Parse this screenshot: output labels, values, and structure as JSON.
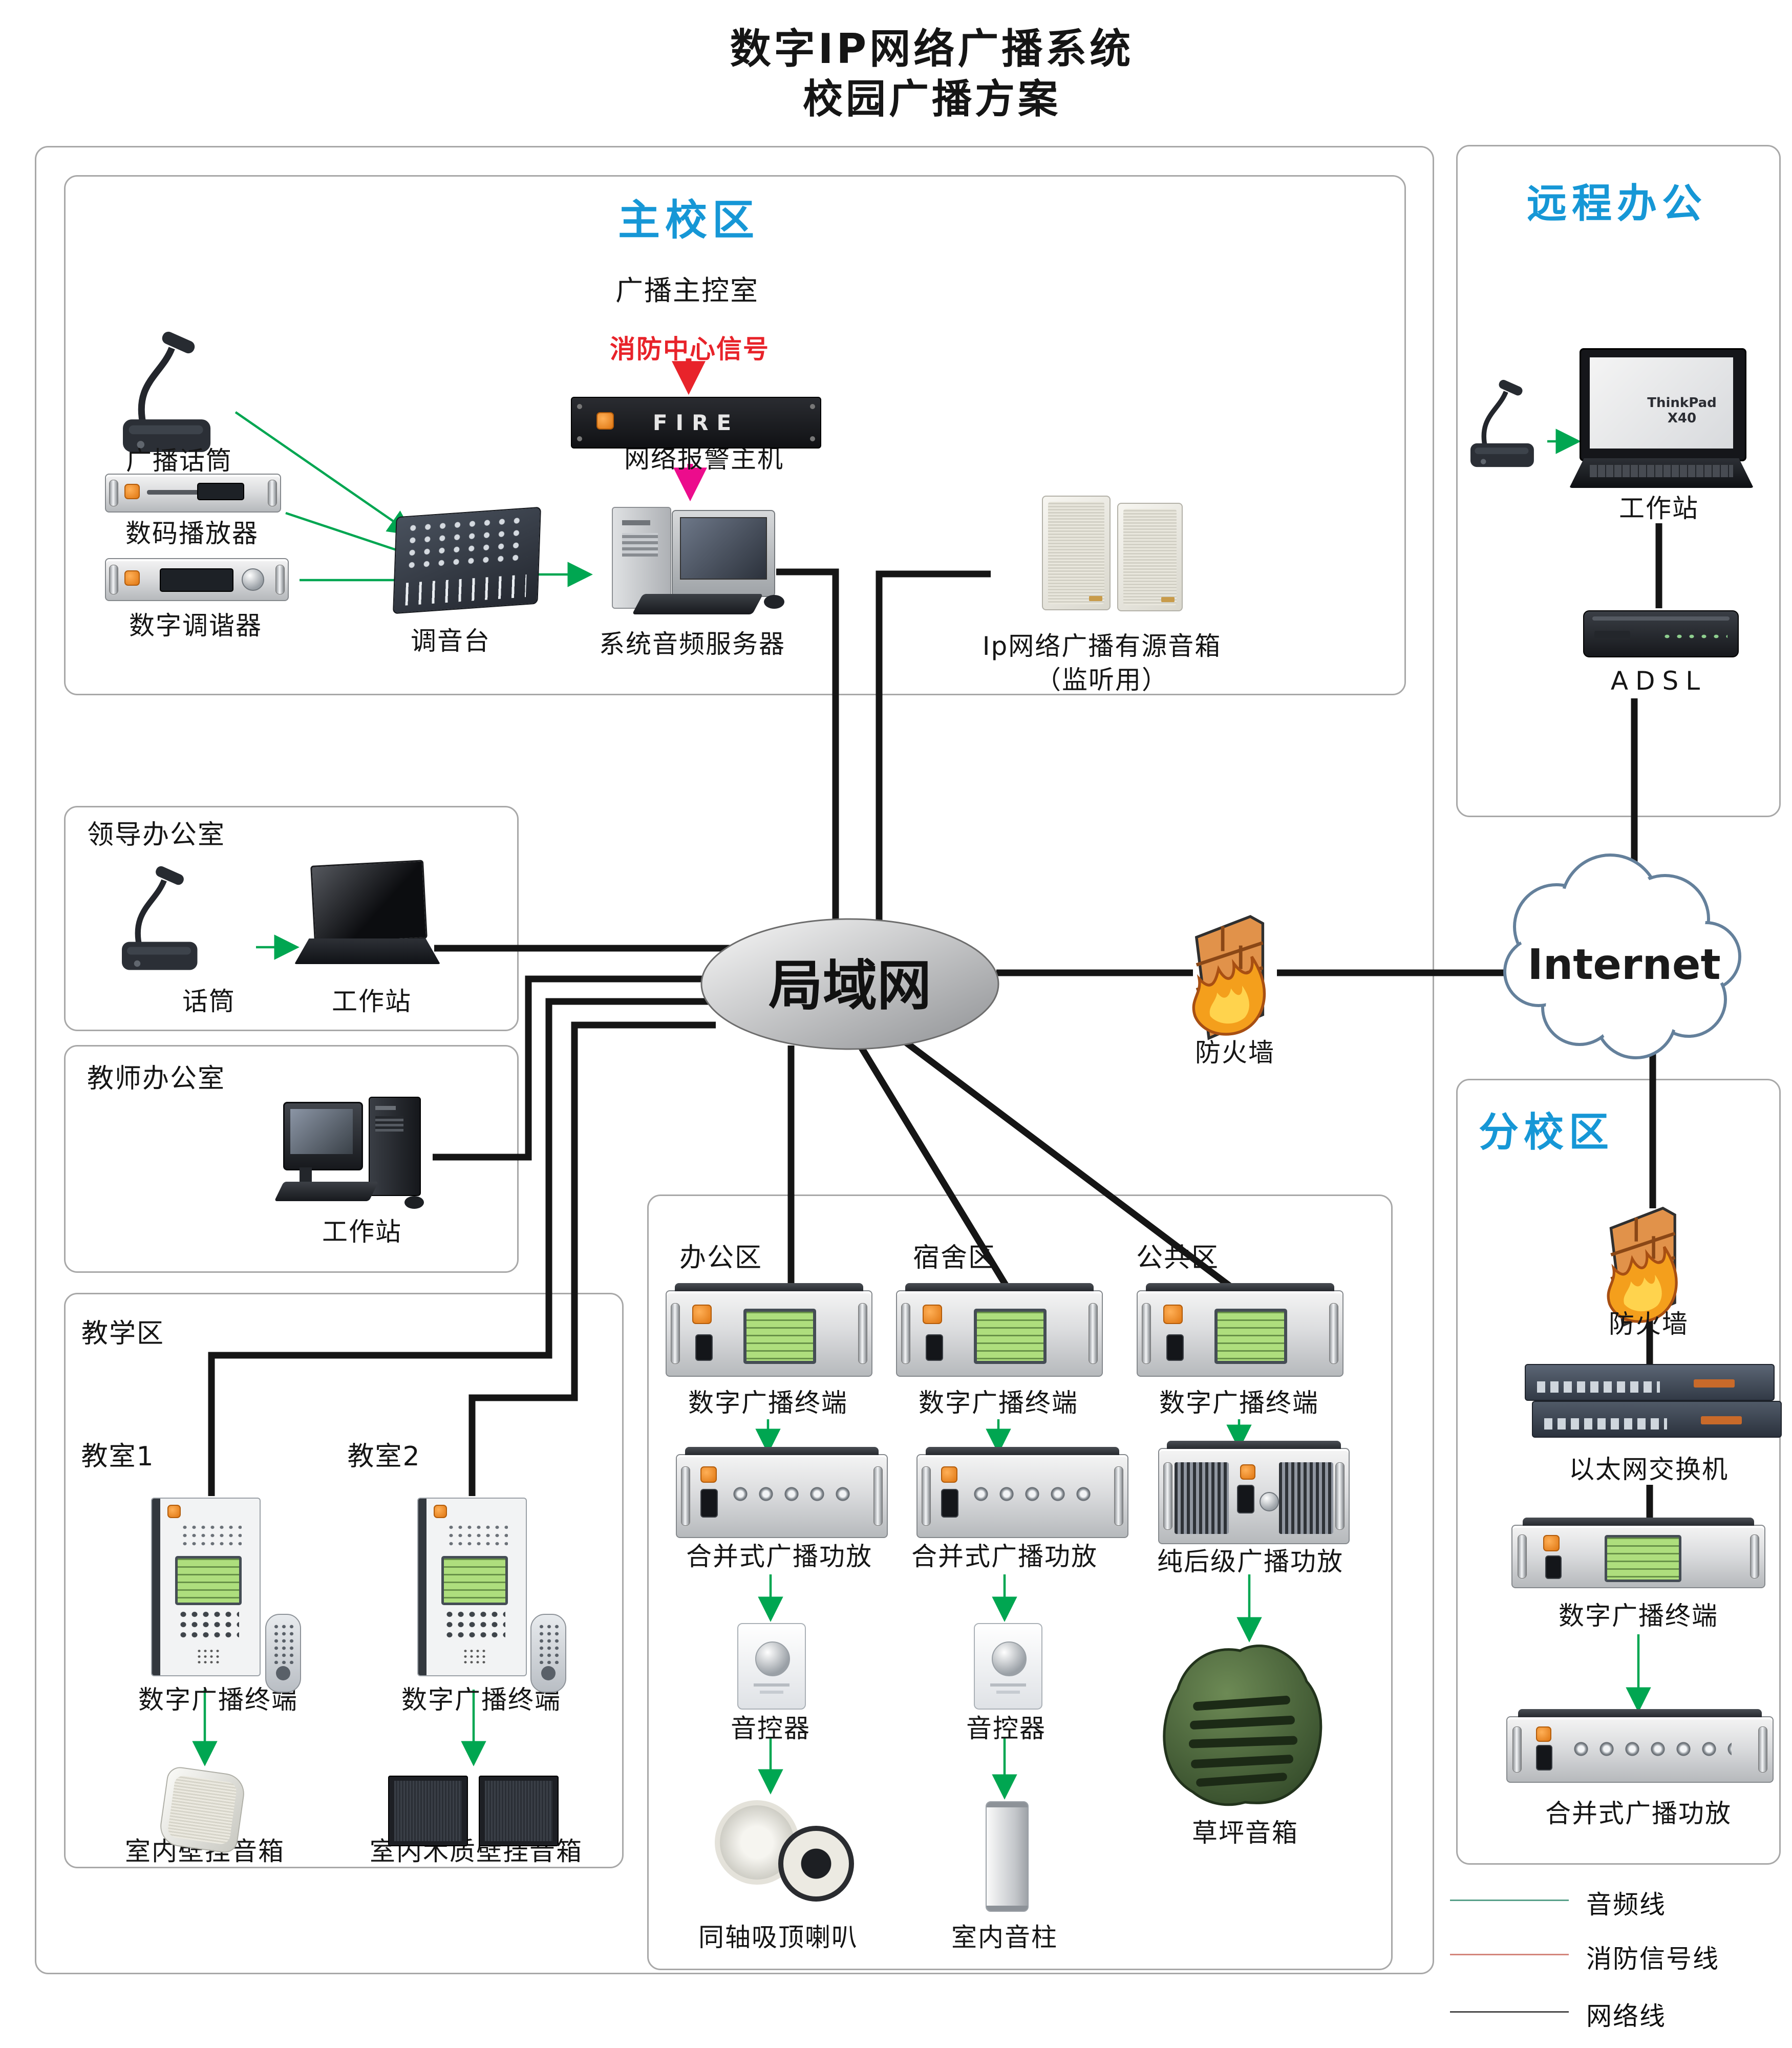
{
  "title": {
    "l1": "数字IP网络广播系统",
    "l2": "校园广播方案"
  },
  "mc": {
    "title": "主校区",
    "room": "广播主控室",
    "fire_signal": "消防中心信号",
    "fire_text": "FIRE",
    "fire_host": "网络报警主机",
    "mic": "广播话筒",
    "player": "数码播放器",
    "tuner": "数字调谐器",
    "mixer": "调音台",
    "server": "系统音频服务器",
    "speaker1": "Ip网络广播有源音箱",
    "speaker2": "（监听用）"
  },
  "lo": {
    "title": "领导办公室",
    "mic": "话筒",
    "ws": "工作站"
  },
  "to": {
    "title": "教师办公室",
    "ws": "工作站"
  },
  "ta": {
    "title": "教学区",
    "c1": "教室1",
    "c2": "教室2",
    "term": "数字广播终端",
    "sp1": "室内壁挂音箱",
    "sp2": "室内木质壁挂音箱"
  },
  "zn": {
    "office": "办公区",
    "dorm": "宿舍区",
    "public": "公共区",
    "term": "数字广播终端",
    "amp": "合并式广播功放",
    "pure": "纯后级广播功放",
    "vol": "音控器",
    "ceil": "同轴吸顶喇叭",
    "col": "室内音柱",
    "lawn": "草坪音箱"
  },
  "net": {
    "lan": "局域网",
    "fw": "防火墙",
    "internet": "Internet"
  },
  "ro": {
    "title": "远程办公",
    "ws": "工作站",
    "adsl": "ADSL",
    "laptop": "ThinkPad X40"
  },
  "br": {
    "title": "分校区",
    "fw": "防火墙",
    "switch": "以太网交换机",
    "term": "数字广播终端",
    "amp": "合并式广播功放"
  },
  "lg": {
    "audio": "音频线",
    "fire": "消防信号线",
    "net": "网络线"
  },
  "colors": {
    "accent_blue": "#1697d6",
    "wire": "#151515",
    "audio_green": "#00a651",
    "fire_red": "#e8232a",
    "alarm_pink": "#ec0c8c"
  }
}
